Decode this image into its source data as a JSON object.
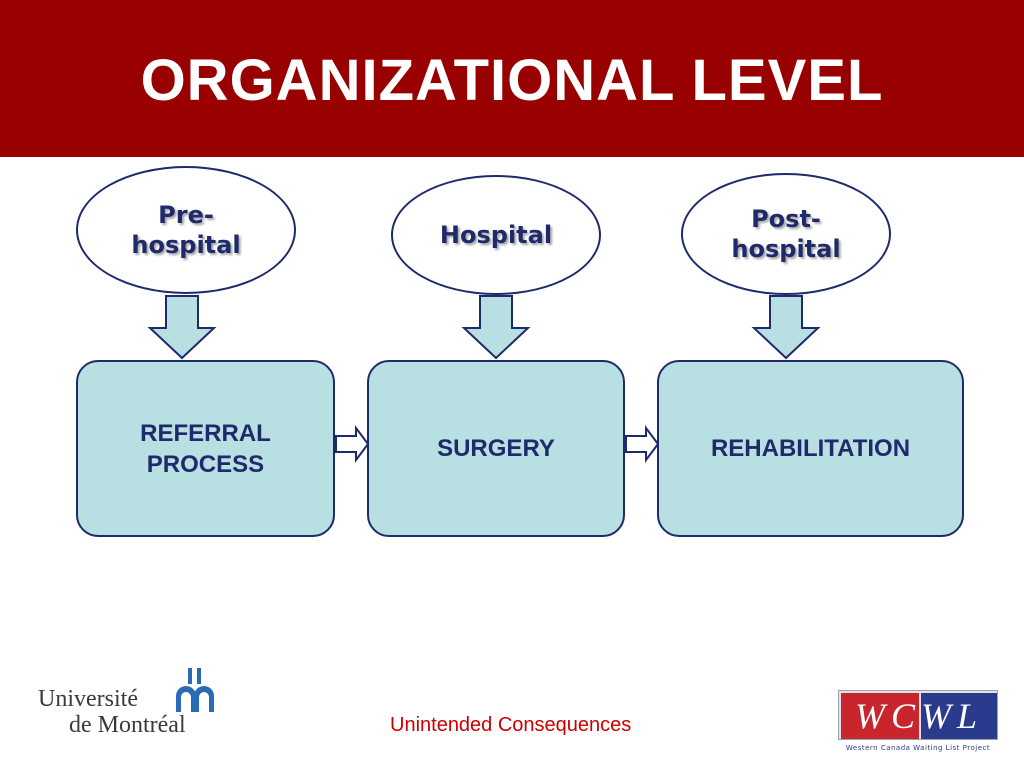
{
  "title": "ORGANIZATIONAL LEVEL",
  "ovals": [
    {
      "label": "Pre-\nhospital"
    },
    {
      "label": "Hospital"
    },
    {
      "label": "Post-\nhospital"
    }
  ],
  "boxes": [
    {
      "label": "REFERRAL\nPROCESS"
    },
    {
      "label": "SURGERY"
    },
    {
      "label": "REHABILITATION"
    }
  ],
  "footer": {
    "text": "Unintended Consequences"
  },
  "logos": {
    "udem": {
      "line1": "Université",
      "line2": "de Montréal"
    },
    "wcwl": {
      "letters": "WCWL",
      "tagline": "Western Canada Waiting List Project"
    }
  },
  "colors": {
    "title_bar": "#990000",
    "navy": "#1f2a6a",
    "box_fill": "#b8dfe2",
    "footer_text": "#cc0000"
  }
}
